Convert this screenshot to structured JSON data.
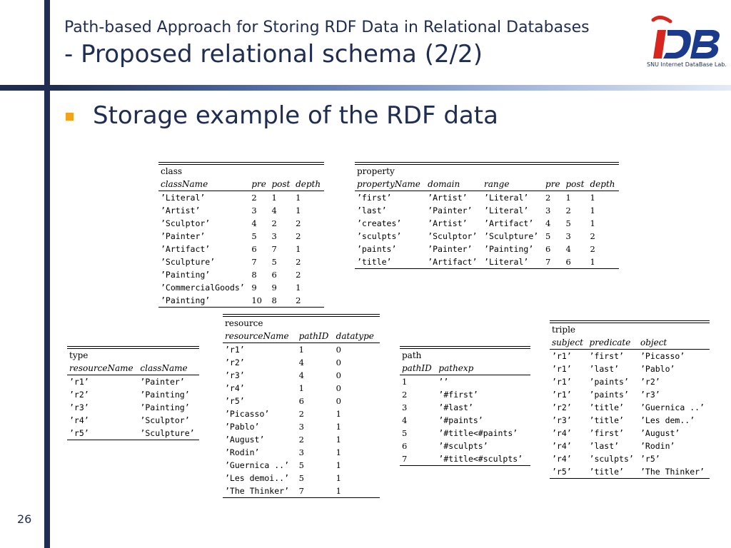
{
  "slide": {
    "title_line1": "Path-based Approach for Storing RDF Data in Relational Databases",
    "title_line2": "- Proposed relational schema (2/2)",
    "bullet": "Storage example of the RDF data",
    "page_number": "26",
    "logo_text": "SNU Internet DataBase Lab."
  },
  "colors": {
    "navy": "#1f2d52",
    "bullet": "#f5a21b",
    "logo_red": "#d7261e",
    "logo_blue": "#1c3a8c"
  },
  "tables": {
    "class": {
      "name": "class",
      "headers": [
        "className",
        "pre",
        "post",
        "depth"
      ],
      "rows": [
        [
          "’Literal’",
          "2",
          "1",
          "1"
        ],
        [
          "’Artist’",
          "3",
          "4",
          "1"
        ],
        [
          "’Sculptor’",
          "4",
          "2",
          "2"
        ],
        [
          "’Painter’",
          "5",
          "3",
          "2"
        ],
        [
          "’Artifact’",
          "6",
          "7",
          "1"
        ],
        [
          "’Sculpture’",
          "7",
          "5",
          "2"
        ],
        [
          "’Painting’",
          "8",
          "6",
          "2"
        ],
        [
          "’CommercialGoods’",
          "9",
          "9",
          "1"
        ],
        [
          "’Painting’",
          "10",
          "8",
          "2"
        ]
      ]
    },
    "property": {
      "name": "property",
      "headers": [
        "propertyName",
        "domain",
        "range",
        "pre",
        "post",
        "depth"
      ],
      "rows": [
        [
          "’first’",
          "’Artist’",
          "’Literal’",
          "2",
          "1",
          "1"
        ],
        [
          "’last’",
          "’Painter’",
          "’Literal’",
          "3",
          "2",
          "1"
        ],
        [
          "’creates’",
          "’Artist’",
          "’Artifact’",
          "4",
          "5",
          "1"
        ],
        [
          "’sculpts’",
          "’Sculptor’",
          "’Sculpture’",
          "5",
          "3",
          "2"
        ],
        [
          "’paints’",
          "’Painter’",
          "’Painting’",
          "6",
          "4",
          "2"
        ],
        [
          "’title’",
          "’Artifact’",
          "’Literal’",
          "7",
          "6",
          "1"
        ]
      ]
    },
    "type": {
      "name": "type",
      "headers": [
        "resourceName",
        "className"
      ],
      "rows": [
        [
          "’r1’",
          "’Painter’"
        ],
        [
          "’r2’",
          "’Painting’"
        ],
        [
          "’r3’",
          "’Painting’"
        ],
        [
          "’r4’",
          "’Sculptor’"
        ],
        [
          "’r5’",
          "’Sculpture’"
        ]
      ]
    },
    "resource": {
      "name": "resource",
      "headers": [
        "resourceName",
        "pathID",
        "datatype"
      ],
      "rows": [
        [
          "’r1’",
          "1",
          "0"
        ],
        [
          "’r2’",
          "4",
          "0"
        ],
        [
          "’r3’",
          "4",
          "0"
        ],
        [
          "’r4’",
          "1",
          "0"
        ],
        [
          "’r5’",
          "6",
          "0"
        ],
        [
          "’Picasso’",
          "2",
          "1"
        ],
        [
          "’Pablo’",
          "3",
          "1"
        ],
        [
          "’August’",
          "2",
          "1"
        ],
        [
          "’Rodin’",
          "3",
          "1"
        ],
        [
          "’Guernica ..’",
          "5",
          "1"
        ],
        [
          "’Les demoi..’",
          "5",
          "1"
        ],
        [
          "’The Thinker’",
          "7",
          "1"
        ]
      ]
    },
    "path": {
      "name": "path",
      "headers": [
        "pathID",
        "pathexp"
      ],
      "rows": [
        [
          "1",
          "’’"
        ],
        [
          "2",
          "’#first’"
        ],
        [
          "3",
          "’#last’"
        ],
        [
          "4",
          "’#paints’"
        ],
        [
          "5",
          "’#title<#paints’"
        ],
        [
          "6",
          "’#sculpts’"
        ],
        [
          "7",
          "’#title<#sculpts’"
        ]
      ]
    },
    "triple": {
      "name": "triple",
      "headers": [
        "subject",
        "predicate",
        "object"
      ],
      "rows": [
        [
          "’r1’",
          "’first’",
          "’Picasso’"
        ],
        [
          "’r1’",
          "’last’",
          "’Pablo’"
        ],
        [
          "’r1’",
          "’paints’",
          "’r2’"
        ],
        [
          "’r1’",
          "’paints’",
          "’r3’"
        ],
        [
          "’r2’",
          "’title’",
          "’Guernica ..’"
        ],
        [
          "’r3’",
          "’title’",
          "’Les dem..’"
        ],
        [
          "’r4’",
          "’first’",
          "’August’"
        ],
        [
          "’r4’",
          "’last’",
          "’Rodin’"
        ],
        [
          "’r4’",
          "’sculpts’",
          "’r5’"
        ],
        [
          "’r5’",
          "’title’",
          "’The Thinker’"
        ]
      ]
    }
  }
}
